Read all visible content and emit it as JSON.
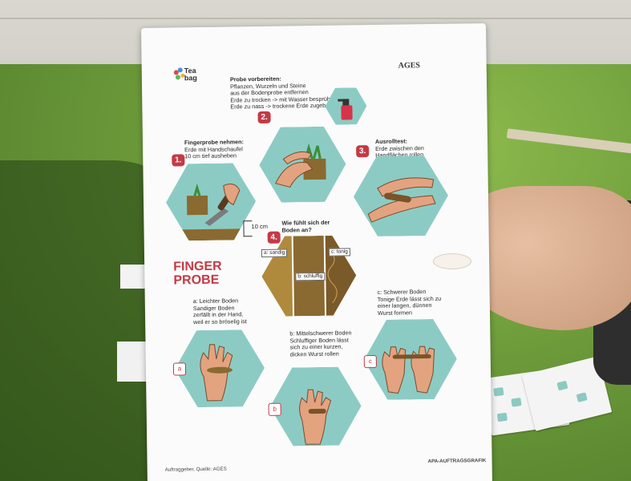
{
  "poster": {
    "logo_left": "Tea bag",
    "logo_right": "AGES",
    "title_line1": "FINGER",
    "title_line2": "PROBE",
    "steps": [
      {
        "number": "1.",
        "heading": "Fingerprobe nehmen:",
        "text": [
          "Erde mit Handschaufel",
          "10 cm tief ausheben"
        ]
      },
      {
        "number": "2.",
        "heading": "Probe vorbereiten:",
        "text": [
          "Pflanzen, Wurzeln und Steine",
          "aus der Bodenprobe entfernen",
          "Erde zu trocken -> mit Wasser besprühen",
          "Erde zu nass -> trockene Erde zugeben"
        ]
      },
      {
        "number": "3.",
        "heading": "Ausrolltest:",
        "text": [
          "Erde zwischen den",
          "Handflächen rollen"
        ]
      },
      {
        "number": "4.",
        "heading": "Wie fühlt sich der",
        "text": [
          "Boden an?"
        ]
      }
    ],
    "depth_label": "10 cm",
    "soil_types": [
      "a: sandig",
      "b: schluffig",
      "c: tonig"
    ],
    "results": [
      {
        "marker": "a",
        "heading": "a: Leichter Boden",
        "text": [
          "Sandiger Boden",
          "zerfällt in der Hand,",
          "weil er so bröselig ist"
        ]
      },
      {
        "marker": "b",
        "heading": "b: Mittelschwerer Boden",
        "text": [
          "Schluffiger Boden lässt",
          "sich zu einer kurzen,",
          "dicken Wurst rollen"
        ]
      },
      {
        "marker": "c",
        "heading": "c: Schwerer Boden",
        "text": [
          "Tonige Erde lässt sich zu",
          "einer langen, dünnen",
          "Wurst formen"
        ]
      }
    ],
    "footer_left": "Auftraggeber, Quelle: AGES",
    "footer_right": "APA-AUFTRAGSGRAFIK"
  },
  "colors": {
    "accent_red": "#c43a45",
    "hex_teal": "#8ccbc3",
    "soil_brown": "#8a6a30",
    "skin": "#d99a7c"
  }
}
